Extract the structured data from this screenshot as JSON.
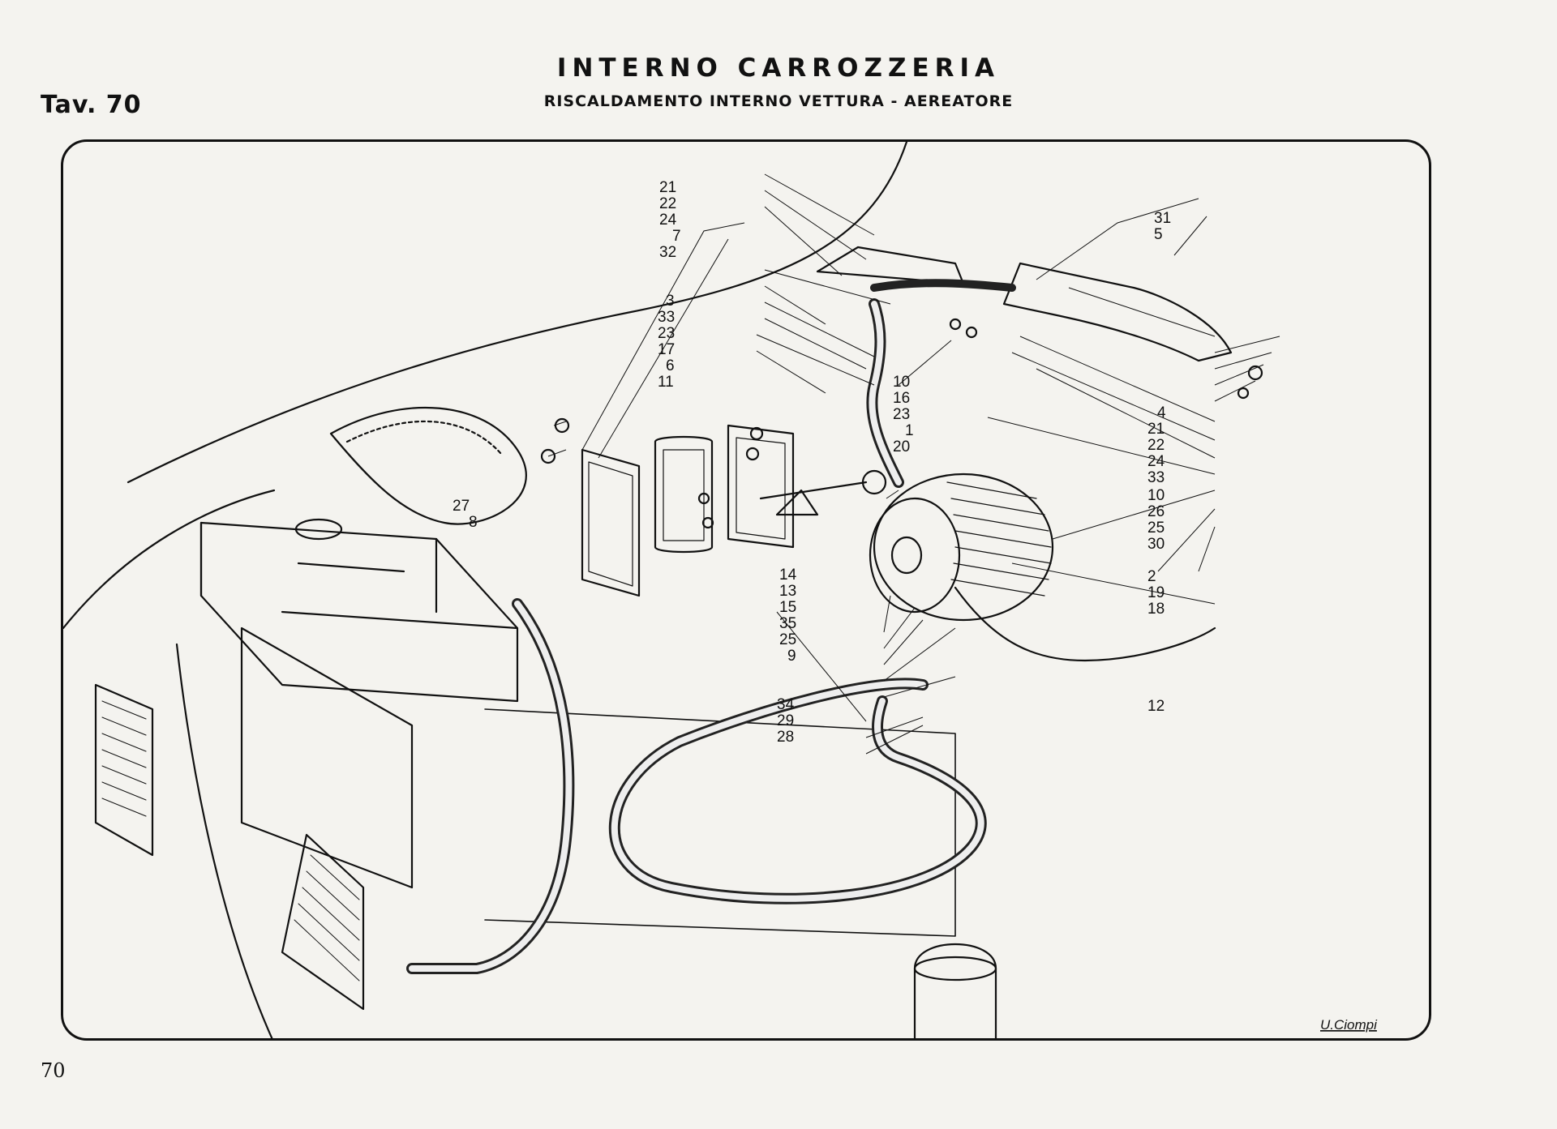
{
  "header": {
    "plate": "Tav. 70",
    "title": "INTERNO CARROZZERIA",
    "subtitle": "RISCALDAMENTO INTERNO VETTURA - AEREATORE"
  },
  "footer": {
    "page_number": "70"
  },
  "diagram": {
    "signature": "U.Ciompi",
    "callouts": [
      "21",
      "22",
      "24",
      "7",
      "32",
      "3",
      "33",
      "23",
      "17",
      "6",
      "11",
      "10",
      "16",
      "23",
      "1",
      "20",
      "27",
      "8",
      "14",
      "13",
      "15",
      "35",
      "25",
      "9",
      "34",
      "29",
      "28",
      "31",
      "5",
      "4",
      "21",
      "22",
      "24",
      "33",
      "10",
      "26",
      "25",
      "30",
      "2",
      "19",
      "18",
      "12"
    ]
  }
}
